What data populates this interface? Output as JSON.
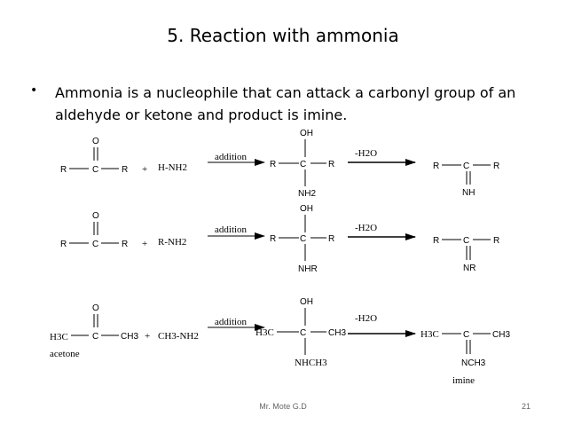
{
  "slide": {
    "title": "5. Reaction with ammonia",
    "bullet": "Ammonia is a nucleophile that can attack a carbonyl group of an aldehyde or ketone and product is imine.",
    "footer_author": "Mr. Mote G.D",
    "page_number": "21"
  },
  "scheme": {
    "common": {
      "r": "R",
      "c": "C",
      "o": "O",
      "oh": "OH",
      "plus": "+",
      "arrow_addition": "addition",
      "arrow_dehydration": "-H2O"
    },
    "row1": {
      "reagent": "H-NH2",
      "intermediate_sub": "NH2",
      "product_sub": "NH"
    },
    "row2": {
      "reagent": "R-NH2",
      "intermediate_sub": "NHR",
      "product_sub": "NR"
    },
    "row3": {
      "left_group": "H3C",
      "right_group": "CH3",
      "reagent": "CH3-NH2",
      "intermediate_sub": "NHCH3",
      "product_sub": "NCH3",
      "reactant_name": "acetone",
      "product_name": "imine"
    }
  }
}
